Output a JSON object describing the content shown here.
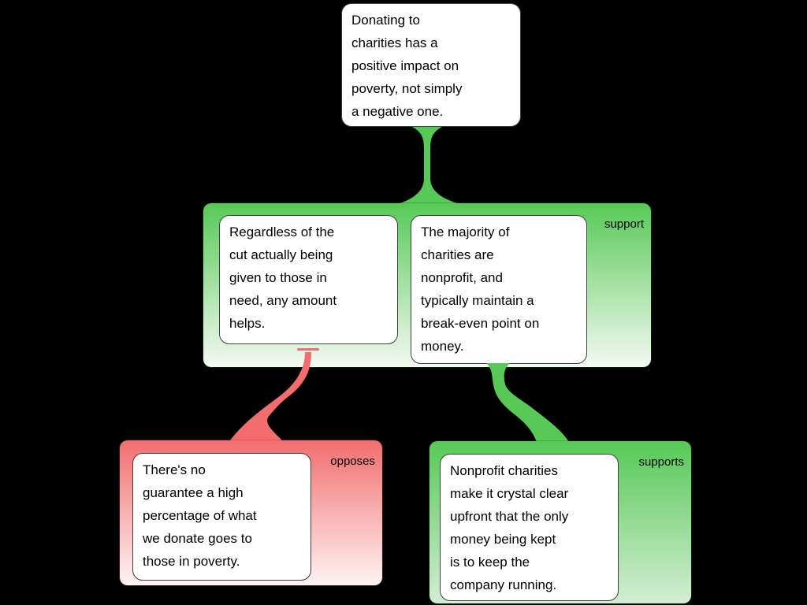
{
  "colors": {
    "background": "#000000",
    "support_green": "#56c956",
    "support_gradient_end": "#f3faf3",
    "supports_gradient_end": "#d4edd4",
    "oppose_red": "#f26e6e",
    "oppose_gradient_end": "#fdf4f4",
    "node_background": "#ffffff",
    "node_border": "#3f3f3f",
    "text": "#000000"
  },
  "map": {
    "main_claim": {
      "text": "Donating to\ncharities has a\npositive impact on\npoverty, not simply\na negative one."
    },
    "support_group": {
      "label": "support",
      "premises": [
        {
          "text": "Regardless of the\ncut actually being\ngiven to those in\nneed, any amount\nhelps."
        },
        {
          "text": "The majority of\ncharities are\nnonprofit, and\ntypically maintain a\nbreak-even point on\nmoney."
        }
      ]
    },
    "opposes_group": {
      "label": "opposes",
      "premises": [
        {
          "text": "There's no\nguarantee a high\npercentage of what\nwe donate goes to\nthose in poverty."
        }
      ]
    },
    "supports_group": {
      "label": "supports",
      "premises": [
        {
          "text": "Nonprofit charities\nmake it crystal clear\nupfront that the only\nmoney being kept\nis to keep the\ncompany running."
        }
      ]
    }
  }
}
